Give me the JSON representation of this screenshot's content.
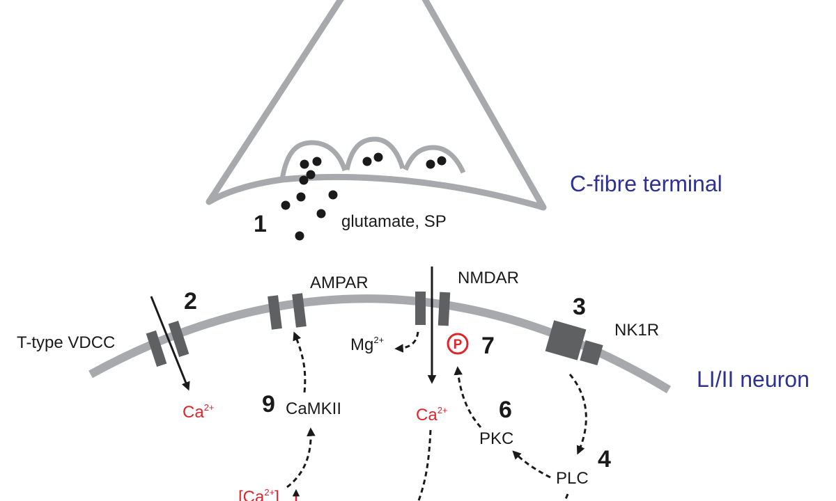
{
  "regions": {
    "terminal": "C-fibre terminal",
    "neuron": "LI/II neuron"
  },
  "steps": {
    "s1": "1",
    "s2": "2",
    "s3": "3",
    "s4": "4",
    "s6": "6",
    "s7": "7",
    "s9": "9"
  },
  "labels": {
    "release": "glutamate, SP",
    "ampar": "AMPAR",
    "nmdar": "NMDAR",
    "nk1r": "NK1R",
    "vdcc": "T-type VDCC",
    "mg": "Mg",
    "mg_charge": "2+",
    "camkii": "CaMKII",
    "pkc": "PKC",
    "plc": "PLC",
    "phospho": "P",
    "ca_vdcc": "Ca",
    "ca_vdcc_charge": "2+",
    "ca_nmdar": "Ca",
    "ca_nmdar_charge": "2+",
    "ca_intra": "[Ca",
    "ca_intra_charge": "2+",
    "ca_intra_close": "]"
  },
  "colors": {
    "membrane": "#a7a9ac",
    "channel": "#5f6062",
    "region_text": "#2e3192",
    "calcium": "#e0242b",
    "arrow": "#1a1a1a"
  }
}
